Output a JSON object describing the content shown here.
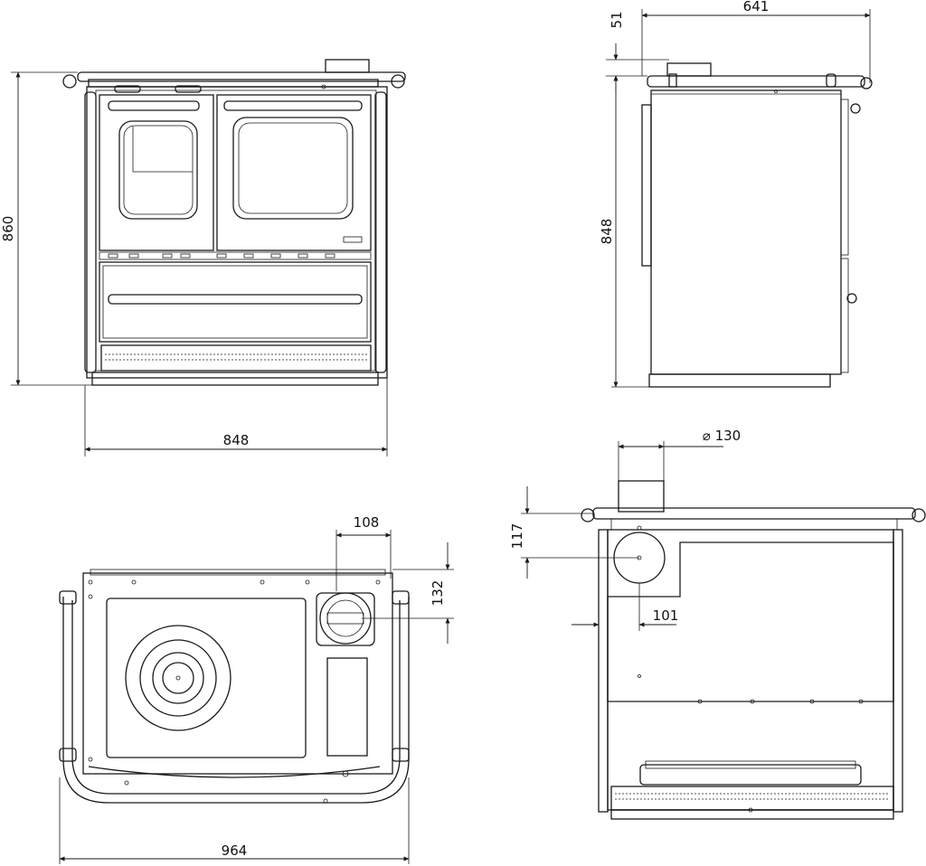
{
  "dimensions": {
    "front_height": "860",
    "front_width": "848",
    "side_depth": "641",
    "side_top_offset": "51",
    "side_height": "848",
    "flue_diameter": "⌀ 130",
    "top_flue_x": "108",
    "top_flue_y": "132",
    "rear_flue_height": "117",
    "rear_flue_offset": "101",
    "top_width": "964"
  }
}
